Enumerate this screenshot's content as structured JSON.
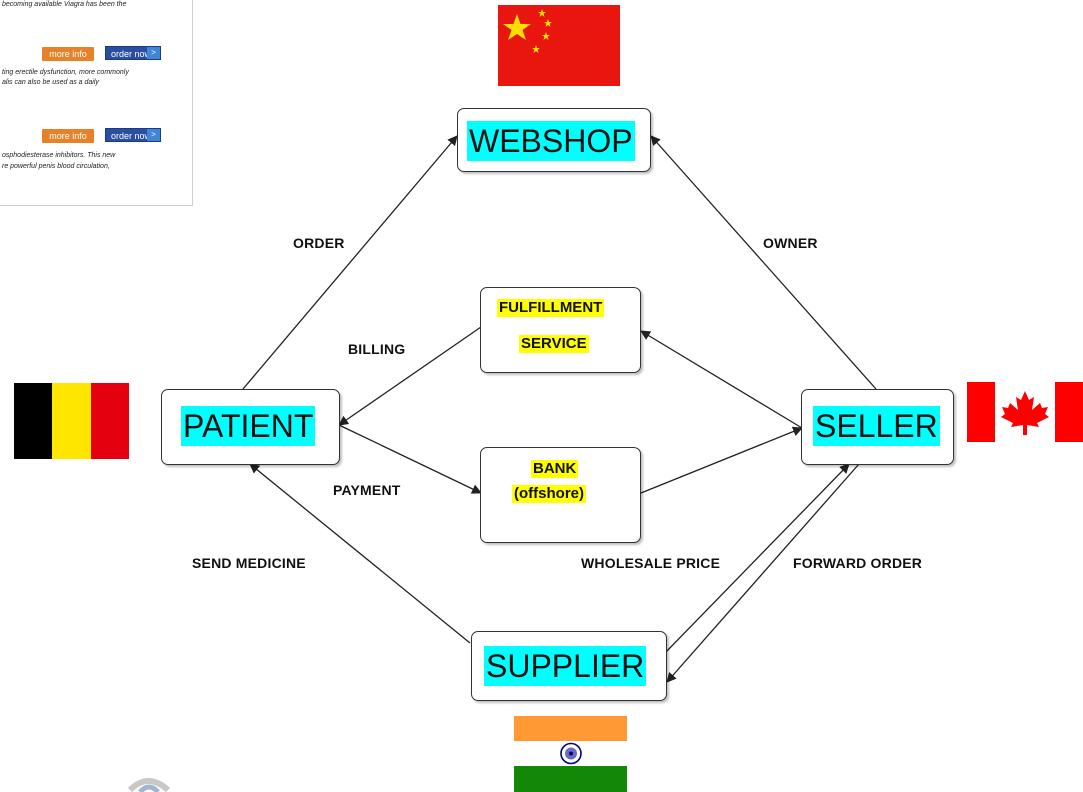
{
  "ad_panel": {
    "line1": "becoming available Viagra has been the",
    "more_info_1": "more info",
    "order_now_1": "order now",
    "line2": "ting erectile dysfunction, more commonly",
    "line3": "alis can also be used as a daily",
    "more_info_2": "more info",
    "order_now_2": "order now",
    "line4": "osphodiesterase inhibitors. This new",
    "line5": "re powerful penis blood circulation,",
    "order_arrow": ">"
  },
  "nodes": {
    "webshop": "WEBSHOP",
    "patient": "PATIENT",
    "seller": "SELLER",
    "supplier": "SUPPLIER",
    "fulfillment_line1": "FULFILLMENT",
    "fulfillment_line2": "SERVICE",
    "bank_line1": "BANK",
    "bank_line2": "(offshore)"
  },
  "edges": {
    "order": "ORDER",
    "owner": "OWNER",
    "billing": "BILLING",
    "payment": "PAYMENT",
    "send_medicine": "SEND  MEDICINE",
    "wholesale_price": "WHOLESALE PRICE",
    "forward_order": "FORWARD  ORDER"
  },
  "flags": {
    "china": "china-flag",
    "belgium": "belgium-flag",
    "canada": "canada-flag",
    "india": "india-flag"
  },
  "colors": {
    "node_label_bg": "#00ffff",
    "service_label_bg": "#ffff00",
    "arrow": "#222222"
  }
}
